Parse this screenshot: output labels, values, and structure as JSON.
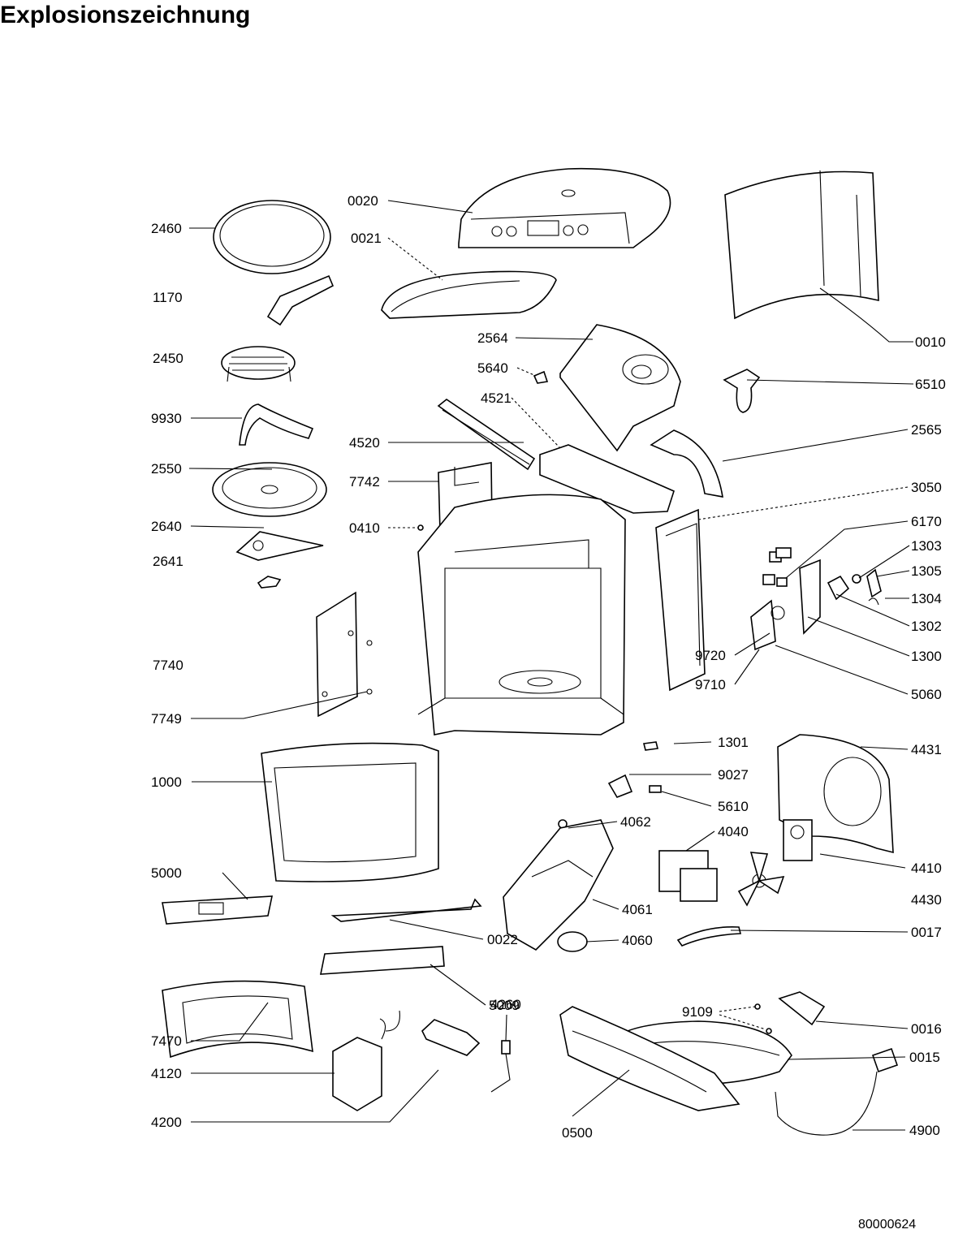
{
  "title": "Explosionszeichnung",
  "document_number": "80000624",
  "part_labels": [
    "0020",
    "0021",
    "2460",
    "1170",
    "2450",
    "9930",
    "2550",
    "2640",
    "2641",
    "2564",
    "5640",
    "4521",
    "4520",
    "7742",
    "0410",
    "0010",
    "6510",
    "2565",
    "3050",
    "6170",
    "1303",
    "1305",
    "1304",
    "1302",
    "1300",
    "9720",
    "9710",
    "5060",
    "7740",
    "7749",
    "1000",
    "1301",
    "4431",
    "9027",
    "5610",
    "4062",
    "4040",
    "4410",
    "4430",
    "4061",
    "0017",
    "4060",
    "5000",
    "0022",
    "9109",
    "0016",
    "5009",
    "0015",
    "4260",
    "7470",
    "4120",
    "4200",
    "0500",
    "4900"
  ]
}
